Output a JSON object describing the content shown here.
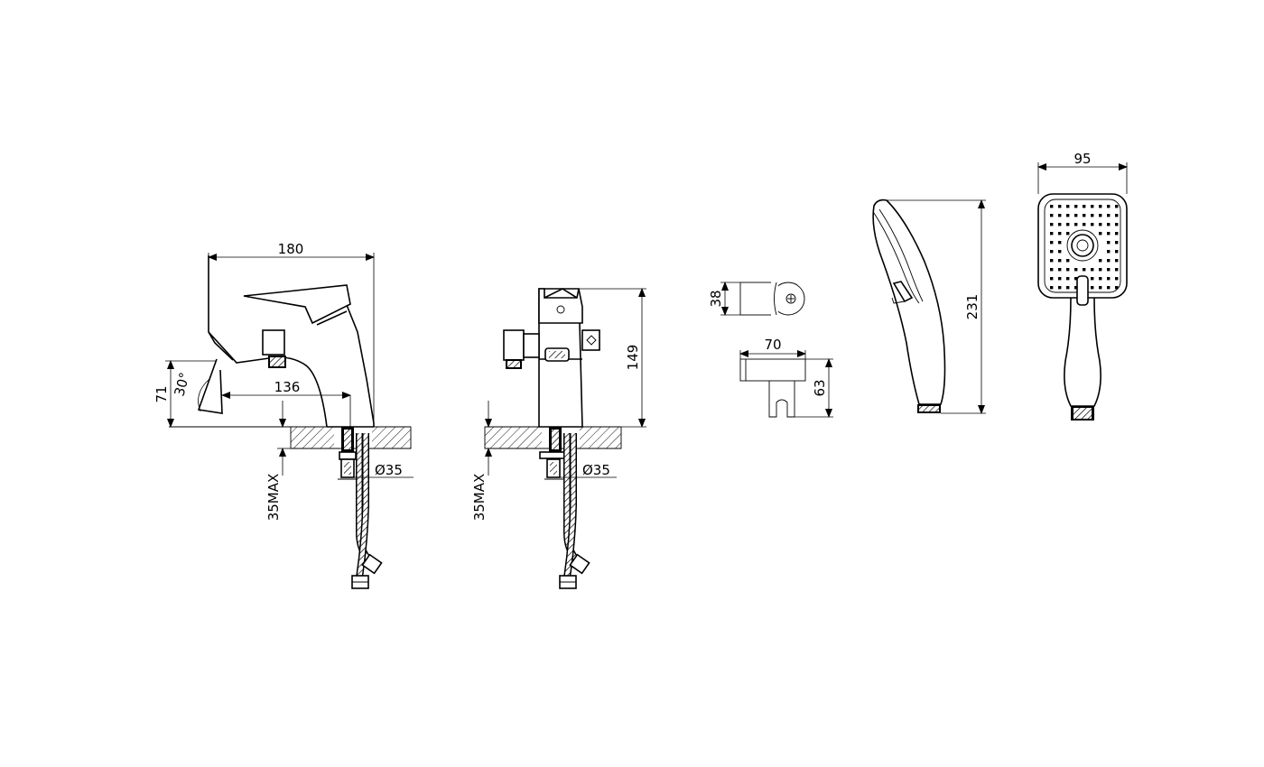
{
  "dimensions": {
    "d180": "180",
    "d136": "136",
    "d71": "71",
    "d30": "30°",
    "d35max_a": "35MAX",
    "d35_a": "Ø35",
    "d149": "149",
    "d35max_b": "35MAX",
    "d35_b": "Ø35",
    "d38": "38",
    "d70": "70",
    "d63": "63",
    "d231": "231",
    "d95": "95"
  }
}
